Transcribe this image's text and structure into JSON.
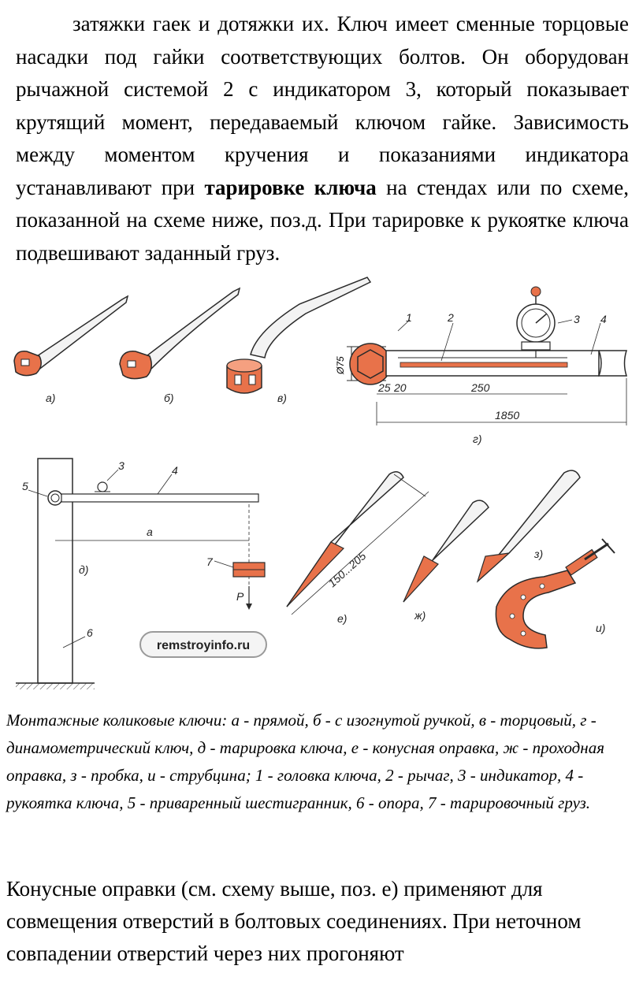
{
  "paragraph1": {
    "part1": "затяжки гаек и дотяжки их. Ключ имеет сменные торцовые насадки под гайки соответствующих болтов. Он оборудован рычажной системой 2 с индикатором 3, который показывает крутящий момент, передаваемый ключом гайке. Зависимость между моментом кручения и показаниями индикатора устанавливают при ",
    "bold": "тарировке ключа",
    "part2": " на стендах или по схеме, показанной на схеме ниже, поз.д. При тарировке к рукоятке ключа подвешивают заданный груз."
  },
  "figure": {
    "labels": {
      "a": "а)",
      "b": "б)",
      "v": "в)",
      "g": "г)",
      "d": "д)",
      "e": "е)",
      "zh": "ж)",
      "z": "з)",
      "i": "и)"
    },
    "numbers": {
      "n1": "1",
      "n2": "2",
      "n3": "3",
      "n4": "4",
      "n5": "5",
      "n6": "6",
      "n7": "7",
      "n3b": "3",
      "n4b": "4"
    },
    "dimensions": {
      "d75": "Ø75",
      "d25": "25",
      "d20": "20",
      "d250": "250",
      "d1850": "1850",
      "da": "а",
      "dP": "P",
      "d150": "150...205"
    },
    "watermark": "remstroyinfo.ru"
  },
  "caption": "Монтажные коликовые ключи: а - прямой, б - с изогнутой ручкой, в - торцовый, г - динамометрический ключ, д - тарировка ключа, е - конусная оправка, ж - проходная оправка, з - пробка, и - струбцина; 1 - головка ключа, 2 - рычаг, 3 - индикатор, 4 - рукоятка ключа, 5 - приваренный шестигранник, 6 - опора, 7 - тарировочный груз.",
  "paragraph2": "Конусные оправки (см. схему выше, поз. е) применяют для совмещения отверстий в болтовых соединениях. При неточном совпадении отверстий через них прогоняют",
  "colors": {
    "accent": "#e8724a",
    "line": "#2a2a2a"
  }
}
